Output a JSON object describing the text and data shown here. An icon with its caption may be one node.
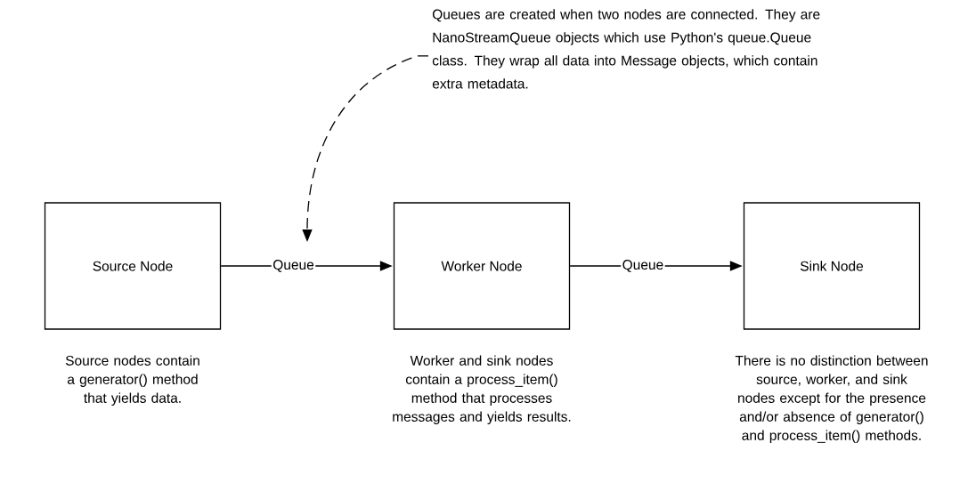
{
  "diagram": {
    "nodes": [
      {
        "text": [
          "Source Node"
        ],
        "beside": [
          "Source nodes contain a generator() method that yields data."
        ]
      },
      {
        "text": [
          "Worker Node"
        ],
        "beside": [
          "Worker and sink nodes contain a process_item() method that processes messages and yields results."
        ]
      },
      {
        "text": [
          "Sink Node"
        ],
        "beside": [
          "There is no distinction between source, worker, and sink nodes except for the presence and/or absence of generator() and process_item() methods."
        ]
      },
      {
        "text": [
          "Queues are created when two nodes are connected. They are NanoStreamQueue objects which use Python's queue.Queue class. They wrap all data into Message objects, which contain extra metadata."
        ]
      }
    ],
    "edges": [
      {
        "from": 0,
        "to": 1,
        "arrow": "to",
        "label": "Queue"
      },
      {
        "from": 1,
        "to": 2,
        "arrow": "to",
        "label": "Queue"
      },
      {
        "from": 3,
        "to": null,
        "arrow": "to",
        "style": "dashed"
      }
    ]
  }
}
